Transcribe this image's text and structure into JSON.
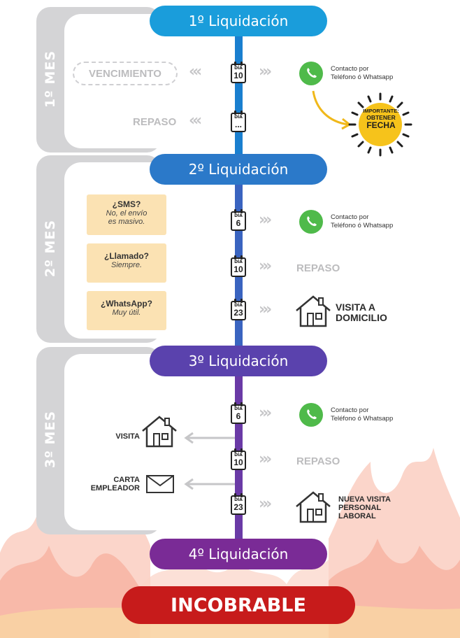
{
  "colors": {
    "liq1": "#1a9ddb",
    "liq2": "#2b79c9",
    "liq3": "#5a42ad",
    "liq4": "#7a2b96",
    "incobrable": "#c71b1b",
    "band": "#d4d4d6",
    "whatsapp": "#4fba4a",
    "important": "#f6c31b",
    "card": "#fbe2b3"
  },
  "liquidaciones": [
    "1º Liquidación",
    "2º Liquidación",
    "3º Liquidación",
    "4º Liquidación"
  ],
  "months": [
    "1º MES",
    "2º MES",
    "3º MES"
  ],
  "calendar_label": "DÍA",
  "month1": {
    "day1": "10",
    "day2": "...",
    "vencimiento": "VENCIMIENTO",
    "repaso": "REPASO",
    "contact_line1": "Contacto por",
    "contact_line2": "Teléfono ó Whatsapp",
    "important_line1": "IMPORTANTE:",
    "important_line2": "OBTENER",
    "important_line3": "FECHA"
  },
  "month2": {
    "day1": "6",
    "day2": "10",
    "day3": "23",
    "contact_line1": "Contacto por",
    "contact_line2": "Teléfono ó Whatsapp",
    "repaso": "REPASO",
    "visita_line1": "VISITA A",
    "visita_line2": "DOMICILIO",
    "cards": [
      {
        "q": "¿SMS?",
        "a1": "No, el envío",
        "a2": "es masivo."
      },
      {
        "q": "¿Llamado?",
        "a1": "Siempre.",
        "a2": ""
      },
      {
        "q": "¿WhatsApp?",
        "a1": "Muy útil.",
        "a2": ""
      }
    ]
  },
  "month3": {
    "day1": "6",
    "day2": "10",
    "day3": "23",
    "contact_line1": "Contacto por",
    "contact_line2": "Teléfono ó Whatsapp",
    "visita": "VISITA",
    "repaso": "REPASO",
    "carta_line1": "CARTA",
    "carta_line2": "EMPLEADOR",
    "nueva_line1": "NUEVA VISITA",
    "nueva_line2": "PERSONAL",
    "nueva_line3": "LABORAL"
  },
  "final": "INCOBRABLE",
  "icons": [
    "calendar-icon",
    "whatsapp-icon",
    "house-icon",
    "envelope-icon",
    "sun-burst-icon",
    "arrow-left-icon",
    "curved-arrow-icon",
    "chevron-triple-icon"
  ]
}
